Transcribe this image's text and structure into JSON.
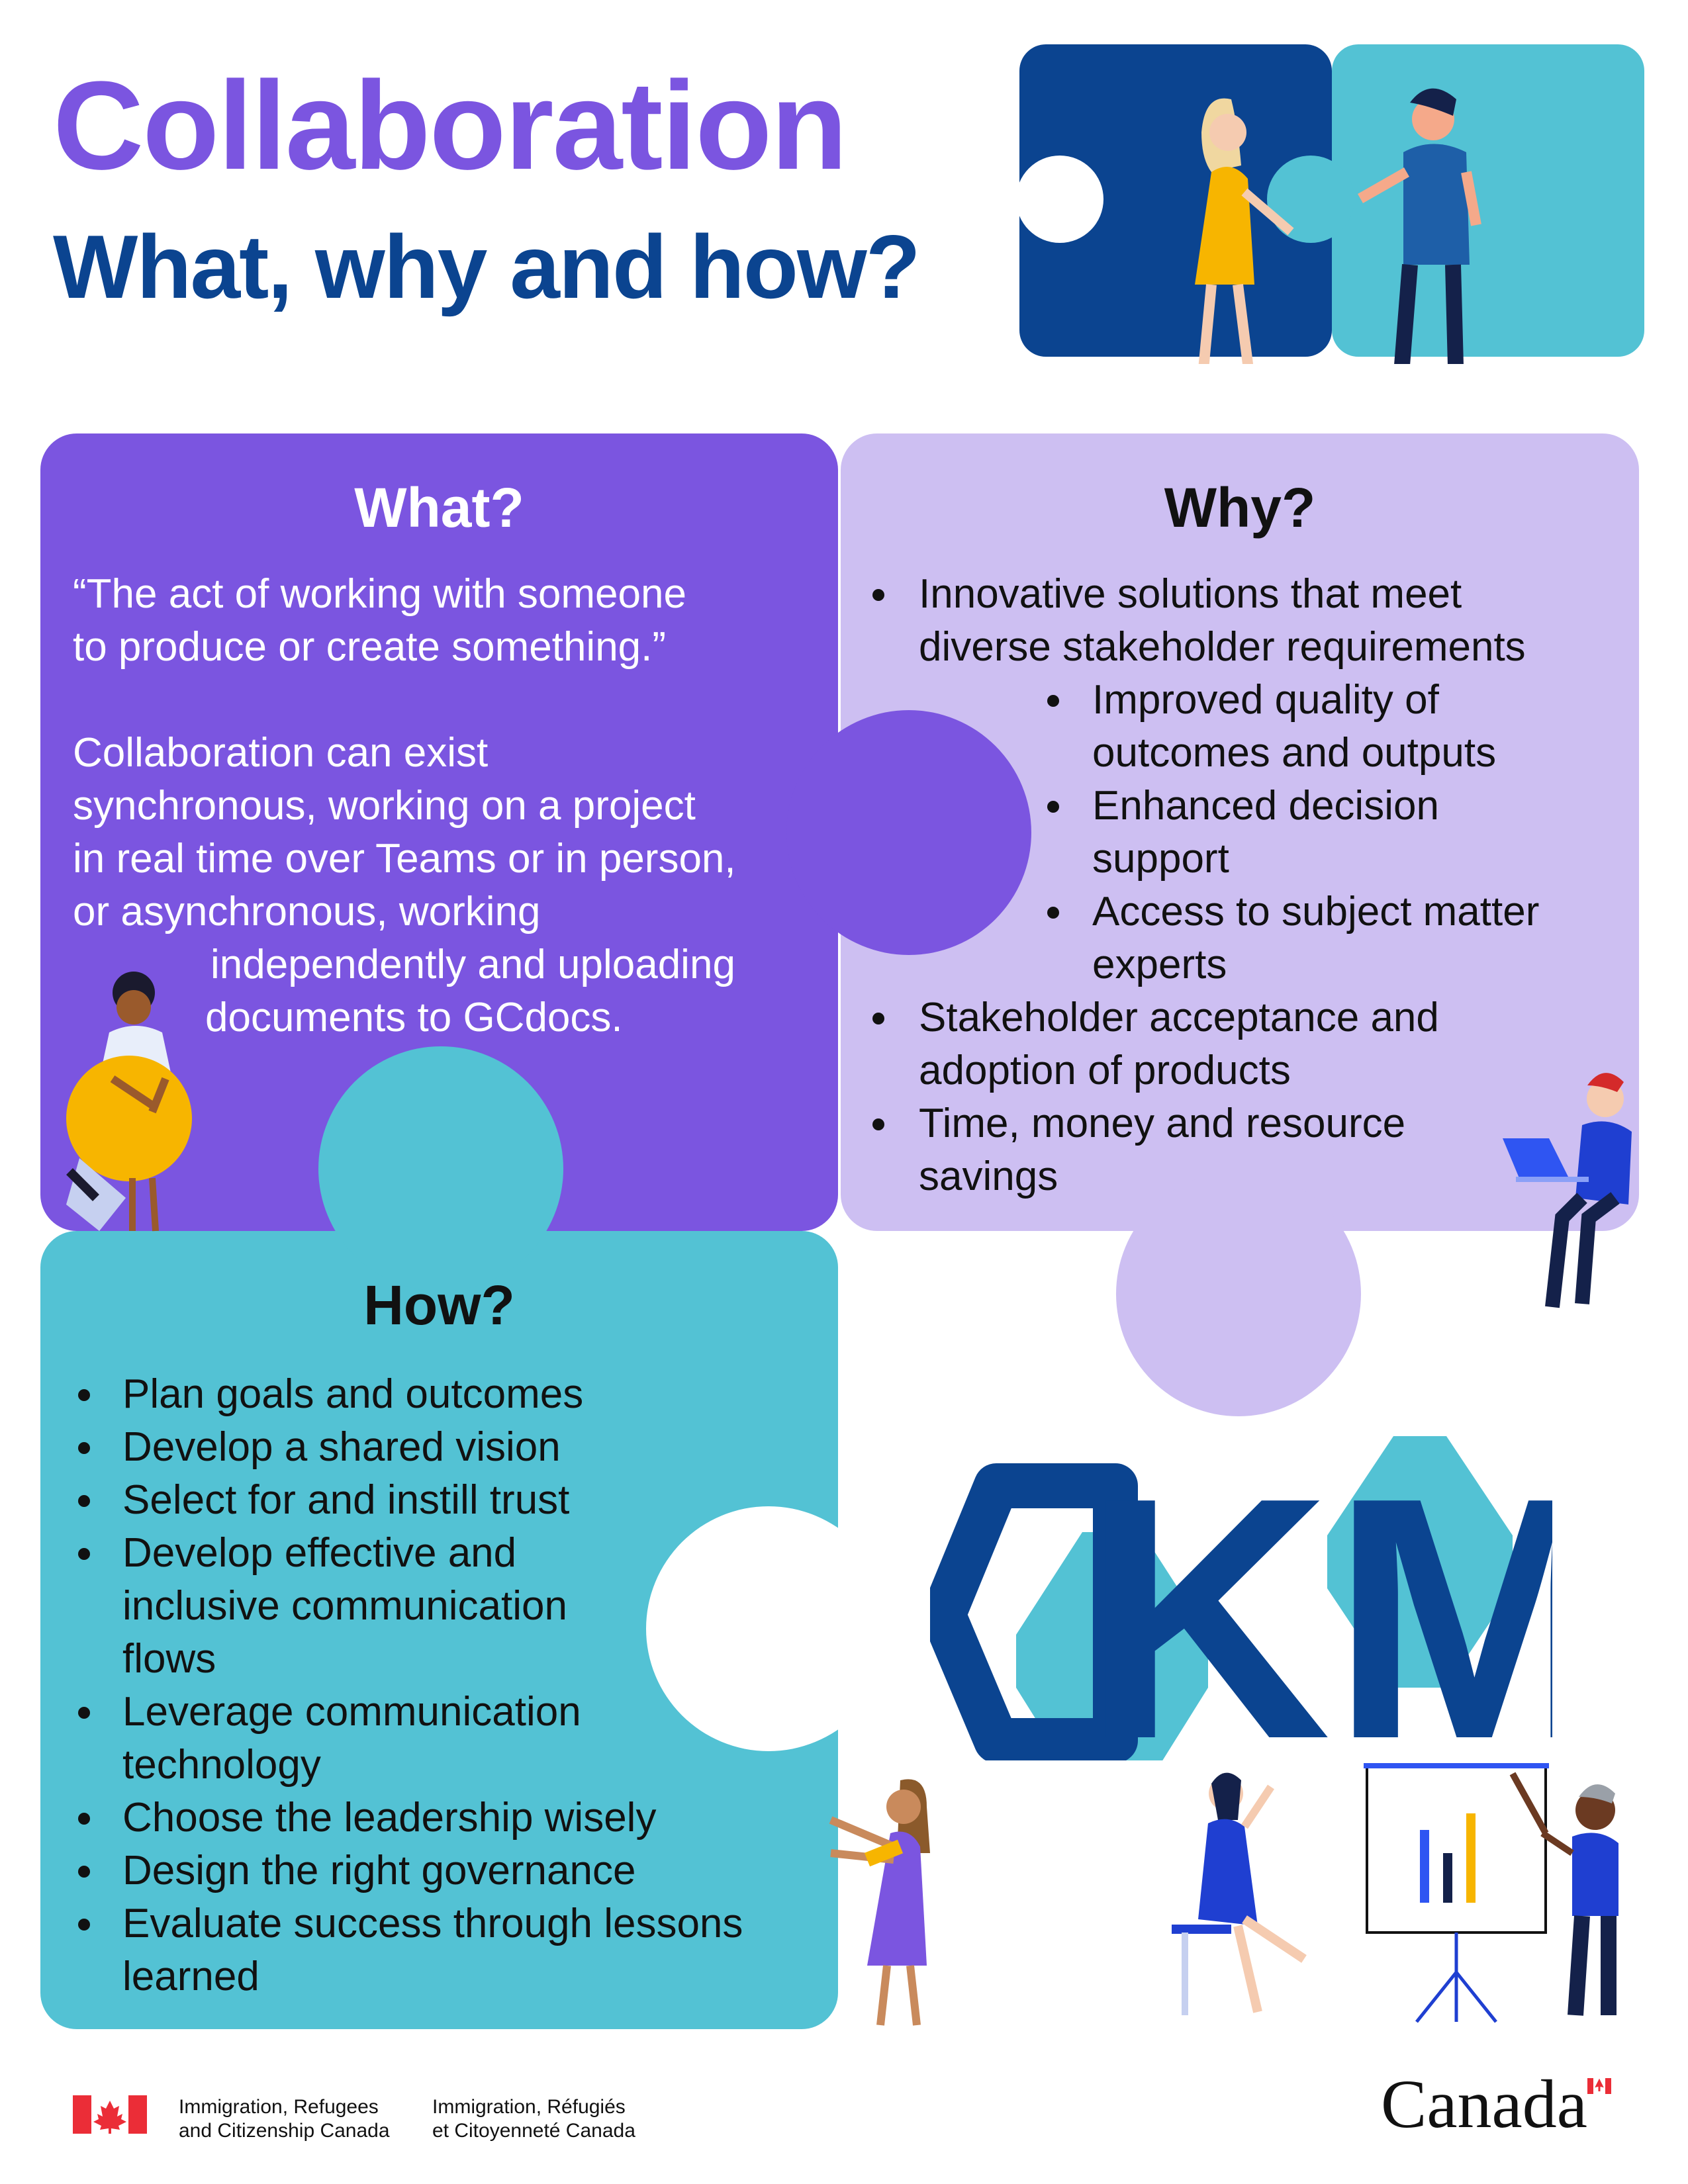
{
  "header": {
    "title": "Collaboration",
    "subtitle": "What, why and how?"
  },
  "what": {
    "heading": "What?",
    "lines": [
      "“The act of working with someone",
      "to produce or create something.”",
      "",
      "Collaboration can exist",
      "synchronous, working on a project",
      "in real time over Teams or in person,",
      "or asynchronous, working",
      "independently and uploading",
      "documents to GCdocs."
    ]
  },
  "why": {
    "heading": "Why?",
    "items": [
      {
        "level": 1,
        "lines": [
          "Innovative solutions that meet",
          "diverse stakeholder requirements"
        ]
      },
      {
        "level": 2,
        "lines": [
          "Improved quality of",
          "outcomes and outputs"
        ]
      },
      {
        "level": 2,
        "lines": [
          "Enhanced decision",
          "support"
        ]
      },
      {
        "level": 2,
        "lines": [
          "Access to subject matter",
          "experts"
        ]
      },
      {
        "level": 1,
        "lines": [
          "Stakeholder acceptance and",
          "adoption of products"
        ]
      },
      {
        "level": 1,
        "lines": [
          "Time, money and resource",
          "savings"
        ]
      }
    ]
  },
  "how": {
    "heading": "How?",
    "items": [
      {
        "lines": [
          "Plan goals and outcomes"
        ]
      },
      {
        "lines": [
          "Develop a shared vision"
        ]
      },
      {
        "lines": [
          "Select for and instill trust"
        ]
      },
      {
        "lines": [
          "Develop effective and",
          "inclusive communication",
          "flows"
        ]
      },
      {
        "lines": [
          "Leverage communication",
          "technology"
        ]
      },
      {
        "lines": [
          "Choose the leadership wisely"
        ]
      },
      {
        "lines": [
          "Design the right governance"
        ]
      },
      {
        "lines": [
          "Evaluate success through lessons",
          "learned"
        ]
      }
    ]
  },
  "logo": {
    "text": "KM"
  },
  "footer": {
    "dept_en_1": "Immigration, Refugees",
    "dept_en_2": "and Citizenship Canada",
    "dept_fr_1": "Immigration, Réfugiés",
    "dept_fr_2": "et Citoyenneté Canada",
    "wordmark": "Canada"
  },
  "colors": {
    "purple": "#7b55e0",
    "lavender": "#cdbff2",
    "teal": "#53c2d4",
    "navy": "#0b4490",
    "red": "#eb2d37"
  }
}
